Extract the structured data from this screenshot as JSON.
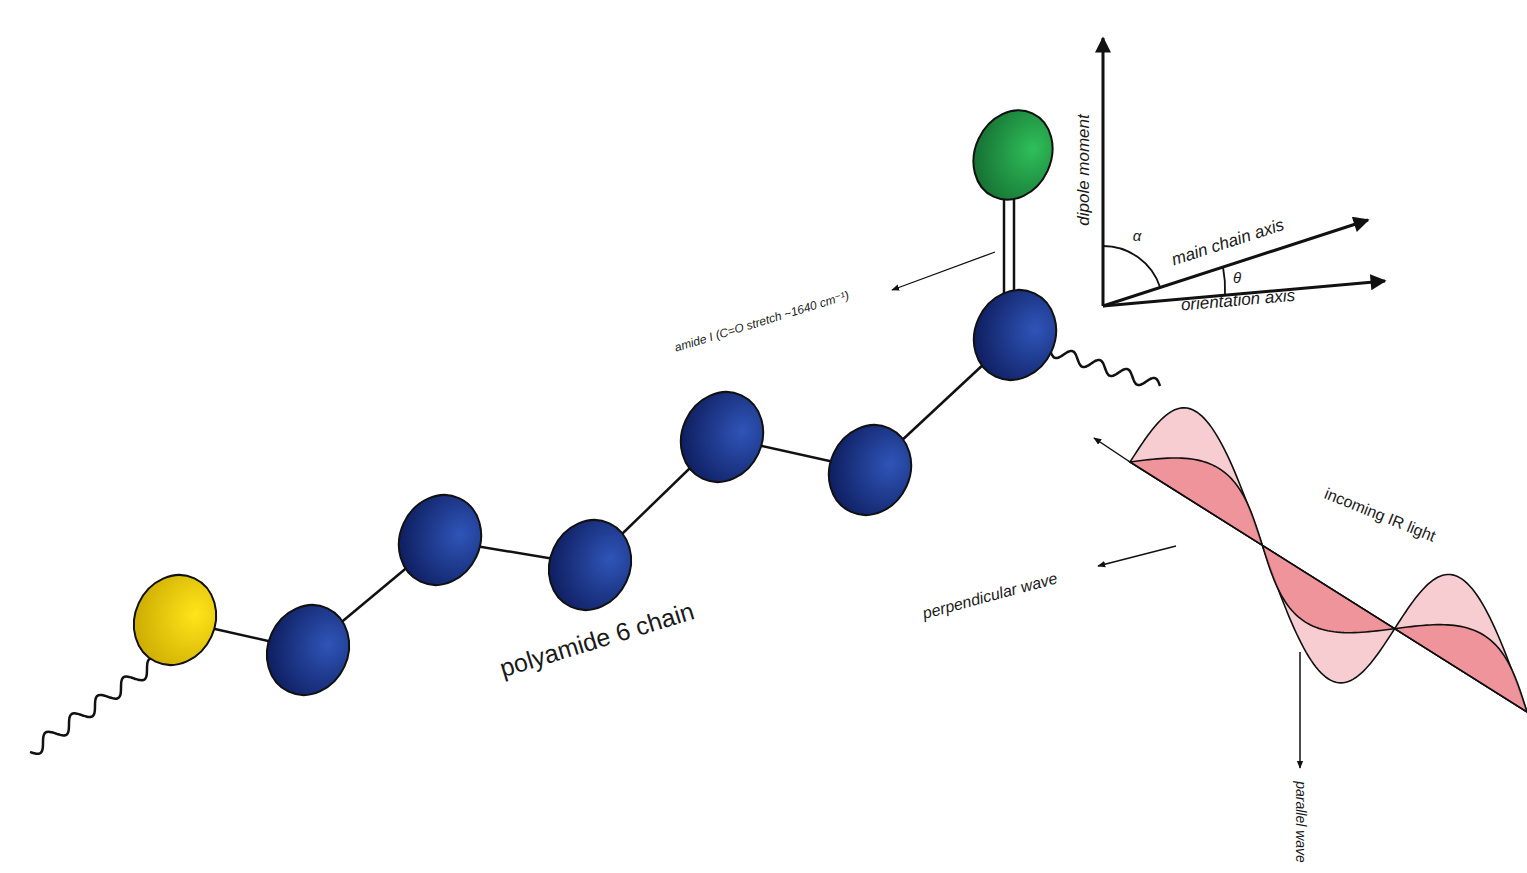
{
  "diagram": {
    "labels": [
      "dipole moment",
      "α",
      "main chain axis",
      "θ",
      "orientation axis",
      "amide I (C=O stretch ~1640 cm⁻¹)",
      "incoming IR light",
      "perpendicular wave",
      "polyamide 6 chain",
      "parallel wave"
    ]
  }
}
